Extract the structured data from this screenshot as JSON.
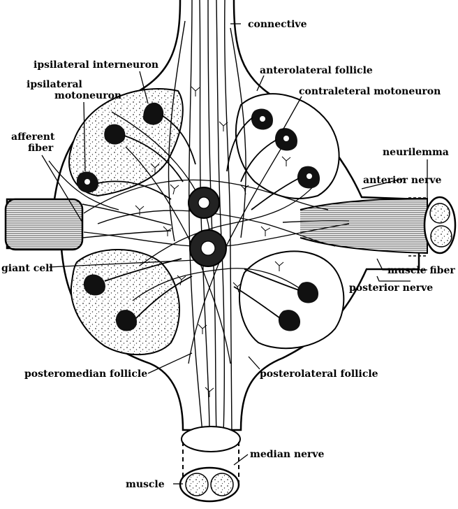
{
  "labels": {
    "connective": "connective",
    "ipsilateral_interneuron": "ipsilateral interneuron",
    "anterolateral_follicle": "anterolateral follicle",
    "ipsilateral_motoneuron_line1": "ipsilateral",
    "ipsilateral_motoneuron_line2": "motoneuron",
    "contralateral_motoneuron": "contraleteral motoneuron",
    "afferent_fiber_line1": "afferent",
    "afferent_fiber_line2": "fiber",
    "neurilemma": "neurilemma",
    "anterior_nerve": "anterior nerve",
    "giant_cell": "giant cell",
    "muscle_fiber": "muscle fiber",
    "posterior_nerve": "posterior nerve",
    "posteromedian_follicle": "posteromedian follicle",
    "posterolateral_follicle": "posterolateral follicle",
    "median_nerve": "median nerve",
    "muscle": "muscle"
  }
}
